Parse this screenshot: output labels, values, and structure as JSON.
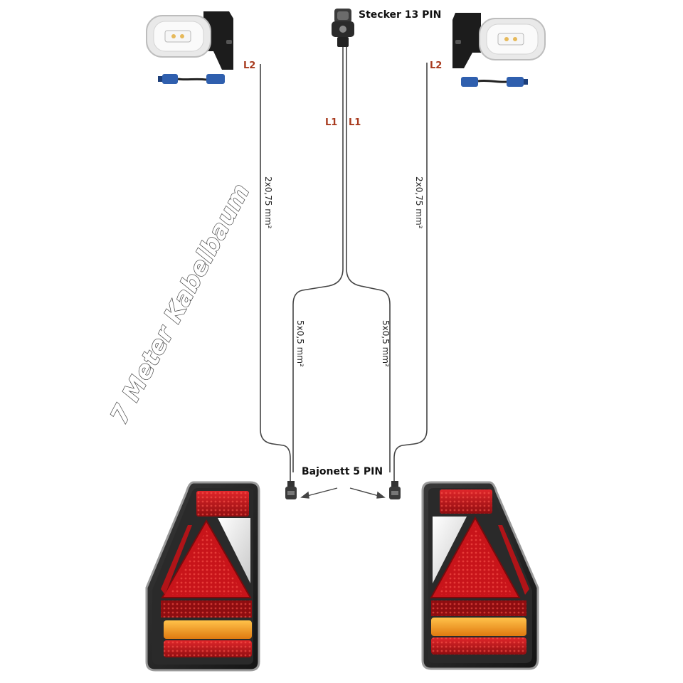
{
  "labels": {
    "plug": "Stecker 13 PIN",
    "bayonet": "Bajonett 5 PIN",
    "harness_title": "7 Meter Kabelbaum",
    "l1_left": "L1",
    "l1_right": "L1",
    "l2_left": "L2",
    "l2_right": "L2",
    "spec_2x075": "2x0,75 mm²",
    "spec_5x05": "5x0,5 mm²"
  },
  "colors": {
    "cable": "#444444",
    "label_red": "#a83a1e",
    "lamp_red": "#c8141a",
    "lamp_amber": "#f29a1a",
    "connector_blue": "#2f5fae"
  },
  "parts": [
    "marker-light-left",
    "marker-light-right",
    "plug-13-pin",
    "bayonet-connector-left",
    "bayonet-connector-right",
    "tail-light-left",
    "tail-light-right"
  ]
}
